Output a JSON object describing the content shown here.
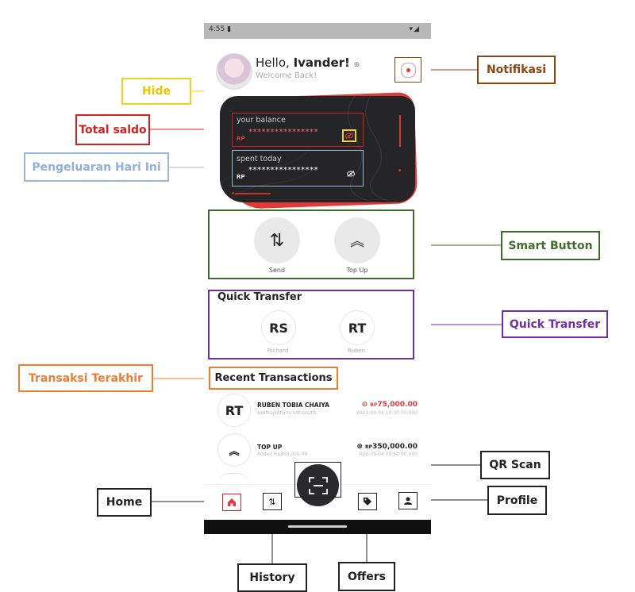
{
  "status_bar": {
    "time": "4:55",
    "time_icon": "sd-card-icon",
    "signal": "▾◢"
  },
  "header": {
    "greeting": "Hello,",
    "name": "Ivander!",
    "welcome": "Welcome Back!"
  },
  "balance_card": {
    "balance_label": "your balance",
    "balance_currency": "RP",
    "balance_masked": "****************",
    "spent_label": "spent today",
    "spent_currency": "RP",
    "spent_masked": "****************"
  },
  "smart_buttons": [
    {
      "label": "Send",
      "icon": "transfer-arrows-icon"
    },
    {
      "label": "Top Up",
      "icon": "double-chevron-up-icon"
    }
  ],
  "quick_transfer": {
    "title": "Quick Transfer",
    "contacts": [
      {
        "initials": "RS",
        "name": "Richard"
      },
      {
        "initials": "RT",
        "name": "Ruben"
      }
    ]
  },
  "recent_transactions": {
    "title": "Recent Transactions",
    "items": [
      {
        "initials": "RT",
        "name": "RUBEN TOBIA CHAIYA",
        "sub": "asdfkajsdfsjmcndnsasdfs",
        "currency": "RP",
        "amount": "75,000.00",
        "date": "2023-09-04 10:30:00.000",
        "color": "#e03a3a"
      },
      {
        "initials": "⌃",
        "name": "TOP UP",
        "sub": "Added Rp350,000.00",
        "currency": "RP",
        "amount": "350,000.00",
        "date": "023-09-04 09:50:00.000",
        "color": "#222222"
      }
    ]
  },
  "nav": {
    "home": "home-icon",
    "history": "history-icon",
    "qr": "qr-scan-icon",
    "offers": "tag-icon",
    "profile": "profile-icon"
  },
  "annotations": {
    "hide": "Hide",
    "total_saldo": "Total saldo",
    "pengeluaran": "Pengeluaran Hari Ini",
    "notifikasi": "Notifikasi",
    "smart_button": "Smart Button",
    "quick_transfer": "Quick Transfer",
    "transaksi": "Transaksi Terakhir",
    "qr_scan": "QR Scan",
    "home": "Home",
    "profile": "Profile",
    "history": "History",
    "offers": "Offers"
  },
  "colors": {
    "accent_red": "#e03a3a",
    "card_dark": "#252527",
    "hide_yellow": "#f1d01a",
    "total_red": "#d32020",
    "pengeluaran_blue": "#9bb7d6",
    "notif_brown": "#8b4513",
    "smart_green": "#3f6b2d",
    "qt_purple": "#7030a0",
    "transaksi_orange": "#ed7d31"
  }
}
